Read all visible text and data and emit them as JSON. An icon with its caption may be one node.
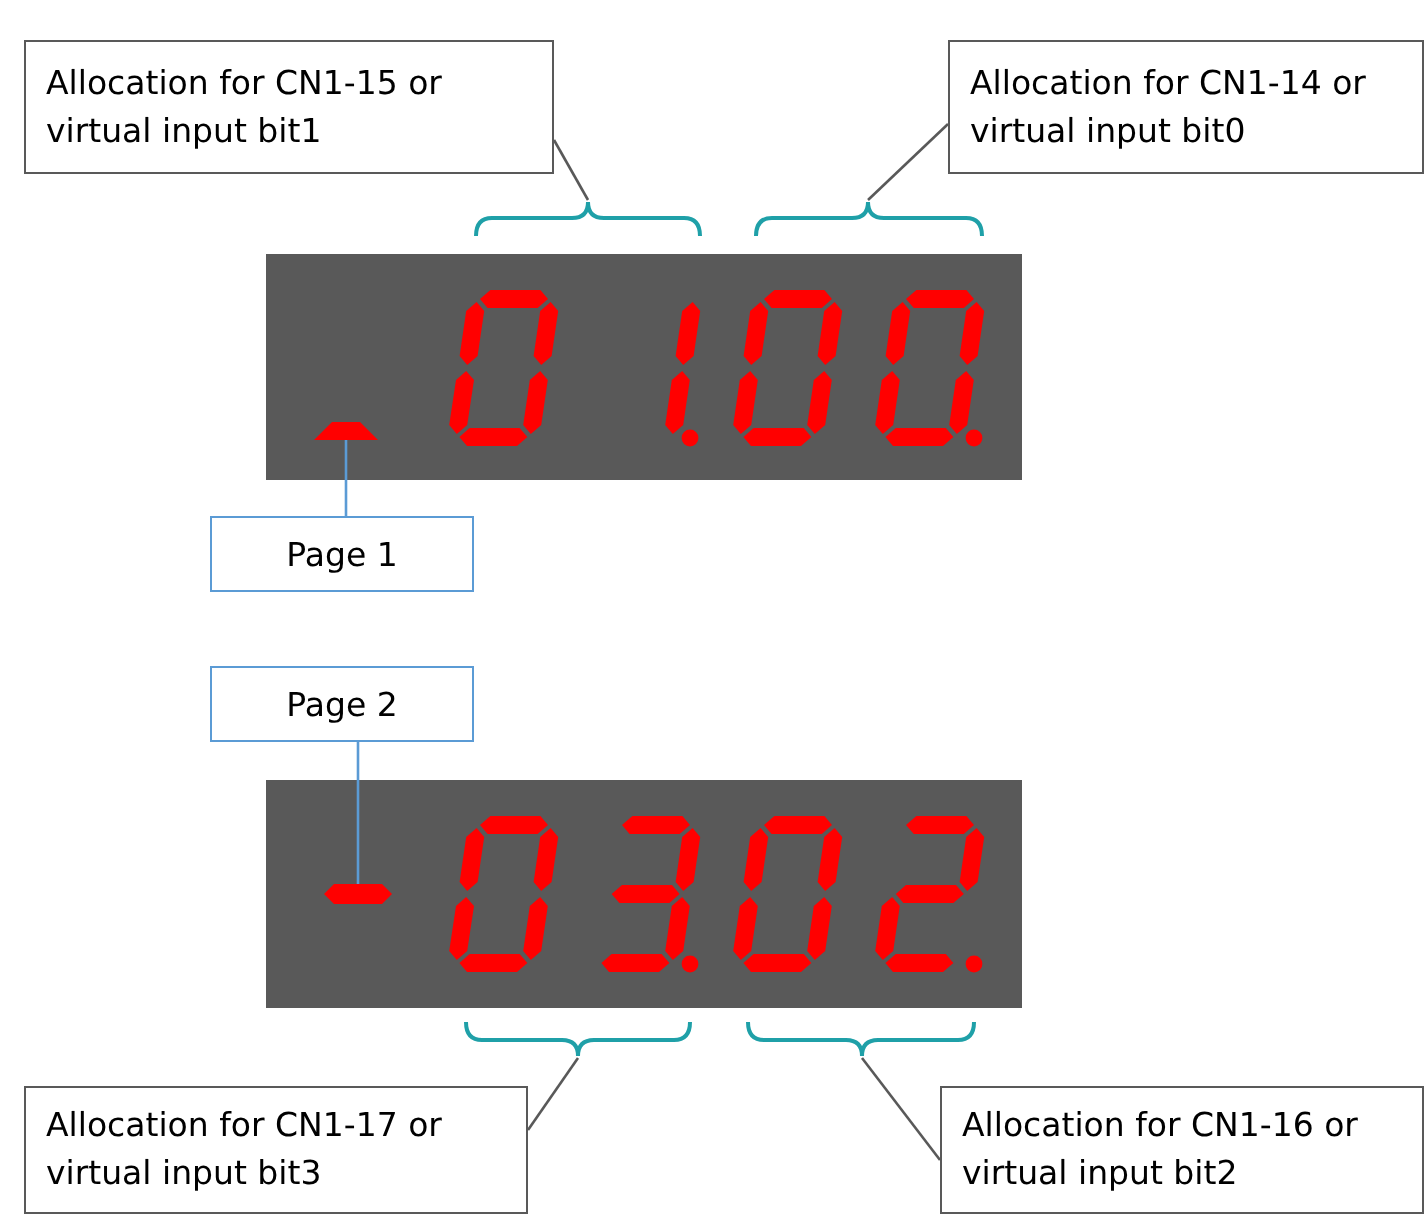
{
  "diagram": {
    "nodes": [
      {
        "text": [
          "Allocation for CN1-15 or virtual input bit1"
        ]
      },
      {
        "text": [
          "Allocation for CN1-14 or virtual input bit0"
        ]
      },
      {
        "text": [],
        "shape": "brace"
      },
      {
        "text": [],
        "shape": "brace"
      },
      {
        "text": [],
        "shape": "picture"
      },
      {
        "text": [],
        "shape": "bar",
        "in": 4
      },
      {
        "text": [
          "Page 1"
        ]
      },
      {
        "text": [
          "Page 2"
        ]
      },
      {
        "text": [],
        "shape": "picture"
      },
      {
        "text": [],
        "shape": "bar",
        "in": 8
      },
      {
        "text": [],
        "shape": "brace"
      },
      {
        "text": [],
        "shape": "brace"
      },
      {
        "text": [
          "Allocation for CN1-17 or virtual input bit3"
        ]
      },
      {
        "text": [
          "Allocation for CN1-16 or virtual input bit2"
        ]
      }
    ],
    "edges": [
      {
        "from": 0,
        "to": 2,
        "arrow": "none"
      },
      {
        "from": 1,
        "to": 3,
        "arrow": "none"
      },
      {
        "from": 6,
        "to": 5,
        "arrow": "none",
        "color": "#5b9bd5"
      },
      {
        "from": 7,
        "to": 9,
        "arrow": "none",
        "color": "#5b9bd5"
      },
      {
        "from": 12,
        "to": 10,
        "arrow": "none"
      },
      {
        "from": 13,
        "to": 11,
        "arrow": "none"
      }
    ]
  }
}
